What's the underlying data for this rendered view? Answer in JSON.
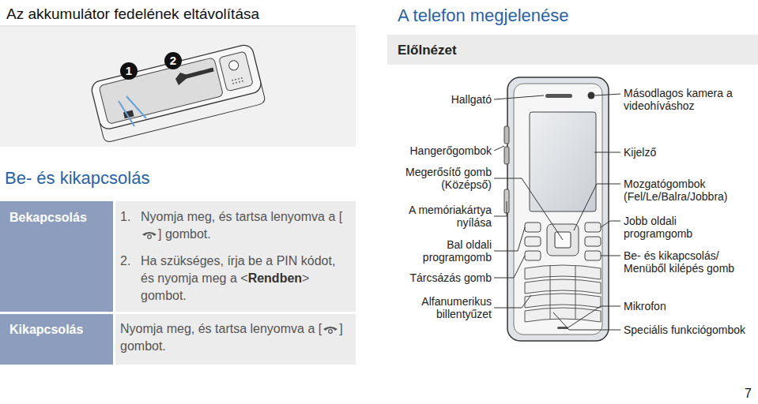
{
  "diagram": {
    "labels": [
      "Az akkumulátor fedelének eltávolítása",
      "1",
      "2",
      "Be- és kikapcsolás",
      "Bekapcsolás",
      "1.",
      "Nyomja meg, és tartsa lenyomva a [",
      "] gombot.",
      "2.",
      "Ha szükséges, írja be a PIN kódot, és nyomja meg a <",
      "Rendben",
      "> gombot.",
      "Kikapcsolás",
      "Nyomja meg, és tartsa lenyomva a [",
      "] gombot.",
      "A telefon megjelenése",
      "Előlnézet",
      "Hallgató",
      "Másodlagos kamera a videohíváshoz",
      "Hangerőgombok",
      "Megerősítő gomb (Középső)",
      "A memóriakártya nyílása",
      "Bal oldali programgomb",
      "Tárcsázás gomb",
      "Alfanumerikus billentyűzet",
      "Kijelző",
      "Mozgatógombok (Fel/Le/Balra/Jobbra)",
      "Jobb oldali programgomb",
      "Be- és kikapcsolás/ Menüből kilépés gomb",
      "Mikrofon",
      "Speciális funkciógombok",
      "7"
    ]
  }
}
